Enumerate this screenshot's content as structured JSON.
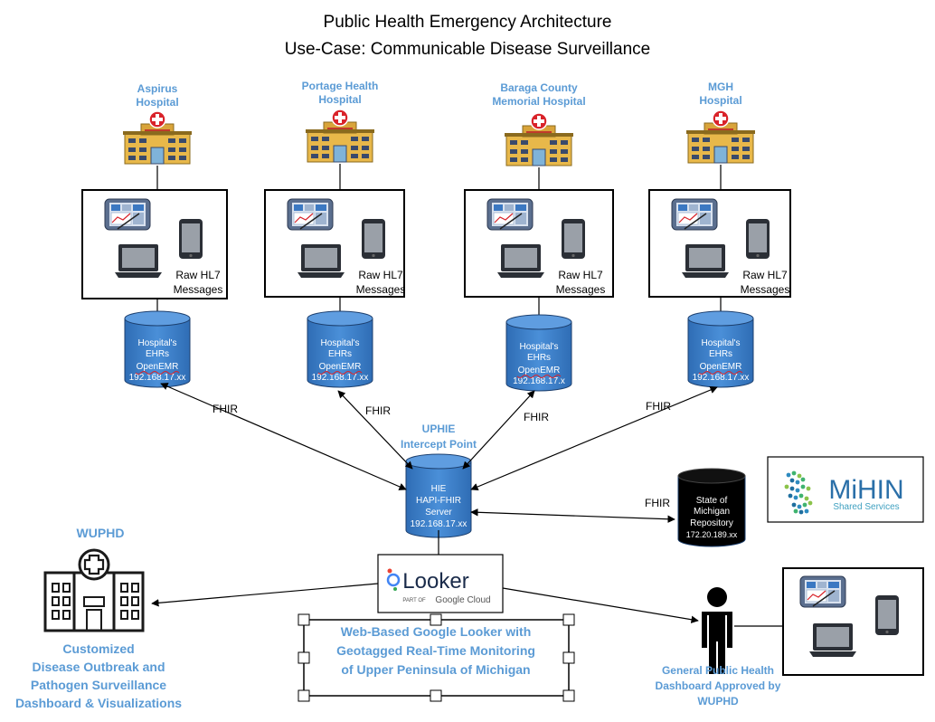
{
  "title": {
    "line1": "Public Health Emergency Architecture",
    "line2": "Use-Case: Communicable Disease Surveillance"
  },
  "hospitals": [
    {
      "name1": "Aspirus",
      "name2": "Hospital",
      "raw1": "Raw HL7",
      "raw2": "Messages",
      "db1": "Hospital's",
      "db2": "EHRs",
      "db3": "OpenEMR",
      "db4": "192.168.17.xx"
    },
    {
      "name1": "Portage Health",
      "name2": "Hospital",
      "raw1": "Raw HL7",
      "raw2": "Messages",
      "db1": "Hospital's",
      "db2": "EHRs",
      "db3": "OpenEMR",
      "db4": "192.168.17.xx"
    },
    {
      "name1": "Baraga County",
      "name2": "Memorial Hospital",
      "raw1": "Raw HL7",
      "raw2": "Messages",
      "db1": "Hospital's",
      "db2": "EHRs",
      "db3": "OpenEMR",
      "db4": "192.168.17.x"
    },
    {
      "name1": "MGH",
      "name2": "Hospital",
      "raw1": "Raw HL7",
      "raw2": "Messages",
      "db1": "Hospital's",
      "db2": "EHRs",
      "db3": "OpenEMR",
      "db4": "192.168.17.xx"
    }
  ],
  "fhir_labels": [
    "FHIR",
    "FHIR",
    "FHIR",
    "FHIR",
    "FHIR"
  ],
  "hie": {
    "label1": "UPHIE",
    "label2": "Intercept Point",
    "db1": "HIE",
    "db2": "HAPI-FHIR",
    "db3": "Server",
    "db4": "192.168.17.xx"
  },
  "state_repo": {
    "line1": "State of",
    "line2": "Michigan",
    "line3": "Repository",
    "line4": "172.20.189.xx"
  },
  "mihin": {
    "name": "MiHIN",
    "sub": "Shared Services"
  },
  "looker": {
    "name": "Looker",
    "part_of": "PART OF",
    "cloud": "Google Cloud"
  },
  "wuphd": {
    "title": "WUPHD",
    "desc1": "Customized",
    "desc2": "Disease Outbreak and",
    "desc3": "Pathogen Surveillance",
    "desc4": "Dashboard & Visualizations"
  },
  "web_box": {
    "line1": "Web-Based Google Looker with",
    "line2": "Geotagged Real-Time Monitoring",
    "line3": "of Upper Peninsula of Michigan"
  },
  "public": {
    "line1": "General Public Health",
    "line2": "Dashboard Approved by",
    "line3": "WUPHD"
  },
  "colors": {
    "accent_blue": "#5b9bd5",
    "db_blue": "#3b78c2",
    "db_black": "#000000",
    "red": "#d9232a",
    "building": "#e8b84a"
  }
}
